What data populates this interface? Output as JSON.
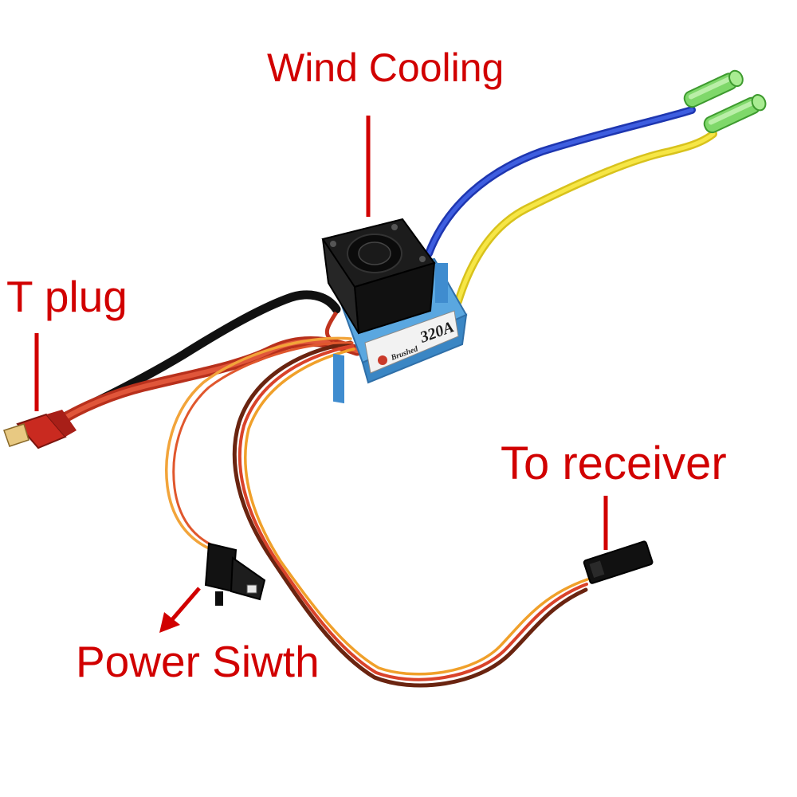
{
  "annotations": {
    "wind_cooling": "Wind Cooling",
    "t_plug": "T plug",
    "to_receiver": "To receiver",
    "power_switch": "Power Siwth"
  },
  "esc_label": {
    "rating": "320A",
    "type": "Brushed"
  },
  "colors": {
    "annotation": "#d10000",
    "esc_body": "#6fb3e6",
    "fan": "#111111",
    "wire_blue": "#2a46c8",
    "wire_yellow": "#f1dc2a",
    "wire_black": "#1a1a1a",
    "wire_red": "#d9432a",
    "wire_orange": "#f29a1a",
    "wire_brown": "#7a2e12",
    "bullet_green": "#8fe07a"
  }
}
